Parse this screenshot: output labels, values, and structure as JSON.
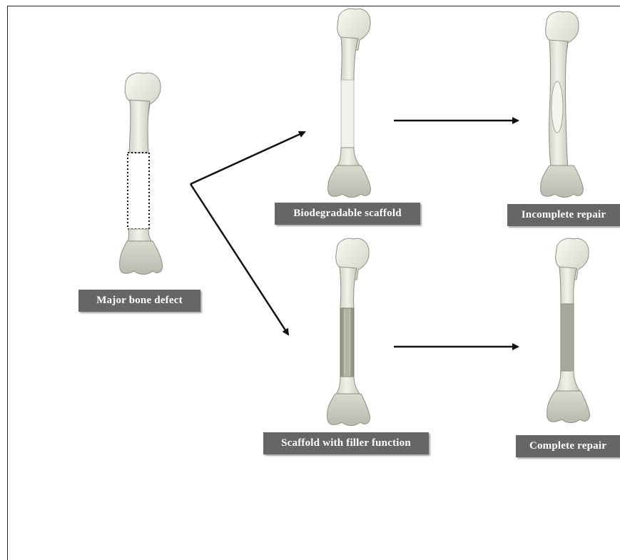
{
  "labels": {
    "major_defect": "Major bone defect",
    "biodegradable_scaffold": "Biodegradable scaffold",
    "scaffold_filler": "Scaffold with filler function",
    "incomplete_repair": "Incomplete repair",
    "complete_repair": "Complete repair"
  },
  "colors": {
    "bone_fill": "#e6e6dc",
    "bone_end": "#d2d2c6",
    "bone_outline": "#8e8e84",
    "scaffold_light": "#f2f2ec",
    "scaffold_filler": "#a6a698",
    "arrow": "#111111",
    "label_bg": "#666666"
  }
}
